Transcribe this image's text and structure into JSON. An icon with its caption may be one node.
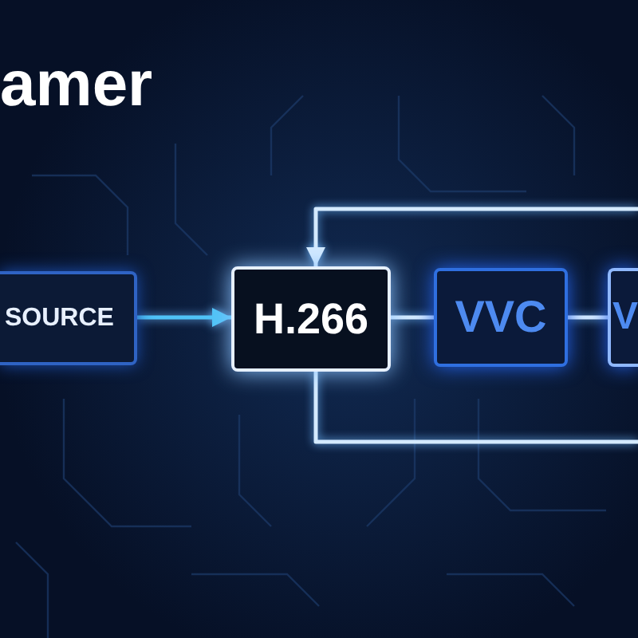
{
  "diagram": {
    "title": "amer",
    "nodes": [
      {
        "text": [
          "SOURCE"
        ]
      },
      {
        "text": [
          "H.266"
        ]
      },
      {
        "text": [
          "VVC"
        ]
      },
      {
        "text": [
          "V"
        ]
      }
    ],
    "edges": [
      {
        "from": 0,
        "to": 1,
        "arrow": "to",
        "color": "#4fc3f7"
      },
      {
        "from": 1,
        "to": 2,
        "arrow": "none"
      },
      {
        "from": 2,
        "to": 3,
        "arrow": "none"
      },
      {
        "from": null,
        "to": 1,
        "arrow": "to"
      },
      {
        "from": 1,
        "to": null,
        "arrow": "none"
      }
    ]
  }
}
